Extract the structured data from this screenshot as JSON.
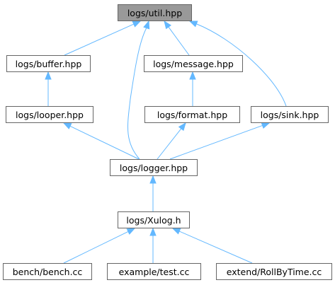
{
  "graph": {
    "nodes": [
      {
        "id": "util",
        "label": "logs/util.hpp",
        "root": true
      },
      {
        "id": "buffer",
        "label": "logs/buffer.hpp"
      },
      {
        "id": "message",
        "label": "logs/message.hpp"
      },
      {
        "id": "looper",
        "label": "logs/looper.hpp"
      },
      {
        "id": "format",
        "label": "logs/format.hpp"
      },
      {
        "id": "sink",
        "label": "logs/sink.hpp"
      },
      {
        "id": "logger",
        "label": "logs/logger.hpp"
      },
      {
        "id": "xulog",
        "label": "logs/Xulog.h"
      },
      {
        "id": "bench",
        "label": "bench/bench.cc"
      },
      {
        "id": "test",
        "label": "example/test.cc"
      },
      {
        "id": "rollbytime",
        "label": "extend/RollByTime.cc"
      }
    ],
    "edges": [
      {
        "from": "buffer",
        "to": "util"
      },
      {
        "from": "logger",
        "to": "util"
      },
      {
        "from": "message",
        "to": "util"
      },
      {
        "from": "sink",
        "to": "util"
      },
      {
        "from": "looper",
        "to": "buffer"
      },
      {
        "from": "format",
        "to": "message"
      },
      {
        "from": "logger",
        "to": "looper"
      },
      {
        "from": "logger",
        "to": "format"
      },
      {
        "from": "logger",
        "to": "sink"
      },
      {
        "from": "xulog",
        "to": "logger"
      },
      {
        "from": "bench",
        "to": "xulog"
      },
      {
        "from": "test",
        "to": "xulog"
      },
      {
        "from": "rollbytime",
        "to": "xulog"
      }
    ],
    "colors": {
      "edge": "#63b8ff",
      "root_fill": "#999999",
      "node_border": "#666666"
    }
  }
}
